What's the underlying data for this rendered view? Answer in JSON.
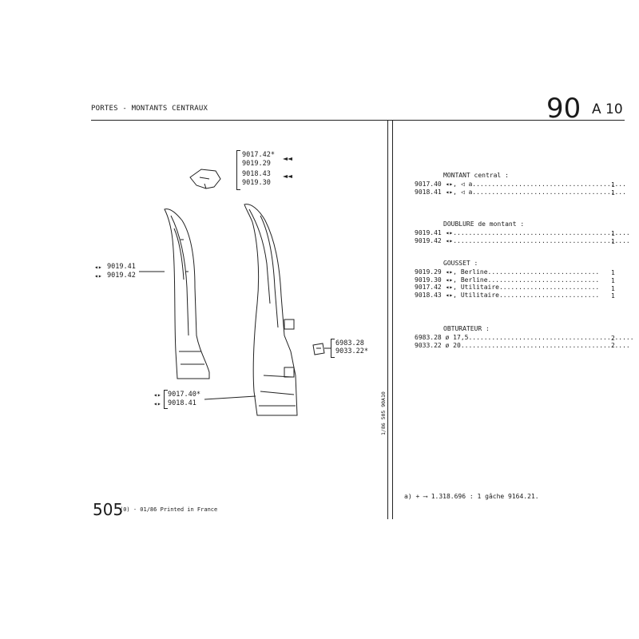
{
  "header": {
    "title": "PORTES - MONTANTS CENTRAUX",
    "section_number": "90",
    "section_code": "A 10"
  },
  "diagram_refs": {
    "gusset_group": [
      "9017.42*",
      "9019.29",
      "9018.43",
      "9019.30"
    ],
    "doublure_group": [
      "9019.41",
      "9019.42"
    ],
    "montant_group": [
      "9017.40*",
      "9018.41"
    ],
    "obturateur_group": [
      "6983.28",
      "9033.22*"
    ]
  },
  "parts_table": [
    {
      "heading": "MONTANT central :",
      "rows": [
        {
          "ref": "9017.40",
          "desc": "◂▸, ◁ a",
          "qty": "1"
        },
        {
          "ref": "9018.41",
          "desc": "◂▸, ◁ a",
          "qty": "1"
        }
      ]
    },
    {
      "heading": "DOUBLURE de montant :",
      "rows": [
        {
          "ref": "9019.41",
          "desc": "◂▸",
          "qty": "1"
        },
        {
          "ref": "9019.42",
          "desc": "◂▸",
          "qty": "1"
        }
      ]
    },
    {
      "heading": "GOUSSET :",
      "rows": [
        {
          "ref": "9019.29",
          "desc": "◂▸, Berline",
          "qty": "1"
        },
        {
          "ref": "9019.30",
          "desc": "◂▸, Berline",
          "qty": "1"
        },
        {
          "ref": "9017.42",
          "desc": "◂▸, Utilitaire",
          "qty": "1"
        },
        {
          "ref": "9018.43",
          "desc": "◂▸, Utilitaire",
          "qty": "1"
        }
      ]
    },
    {
      "heading": "OBTURATEUR :",
      "rows": [
        {
          "ref": "6983.28",
          "desc": "ø 17,5",
          "qty": "2"
        },
        {
          "ref": "9033.22",
          "desc": "ø 20",
          "qty": "2"
        }
      ]
    }
  ],
  "vertical_code": "1/86 505 90A10",
  "bottom_note": "a) + ⟶ 1.318.696 : 1 gâche 9164.21.",
  "footer": {
    "model": "505",
    "printed": "(0) - 01/86 Printed in France"
  }
}
